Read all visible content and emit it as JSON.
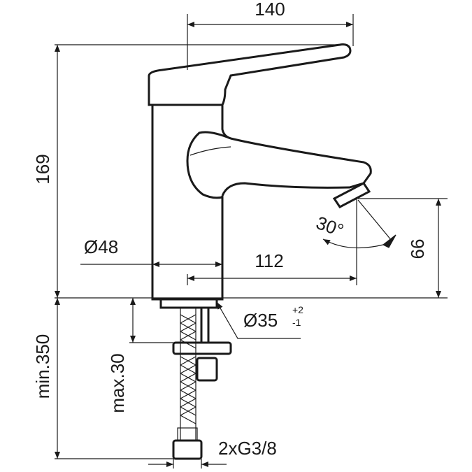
{
  "dimensions": {
    "width_top": "140",
    "height_total": "169",
    "body_diameter_prefix": "Ø",
    "body_diameter": "48",
    "spout_reach": "112",
    "spout_angle": "30°",
    "spout_height": "66",
    "hole_diameter_prefix": "Ø",
    "hole_diameter": "35",
    "hole_tol_plus": "+2",
    "hole_tol_minus": "-1",
    "min_depth": "min.350",
    "max_thickness": "max.30",
    "connection": "2xG3/8"
  }
}
